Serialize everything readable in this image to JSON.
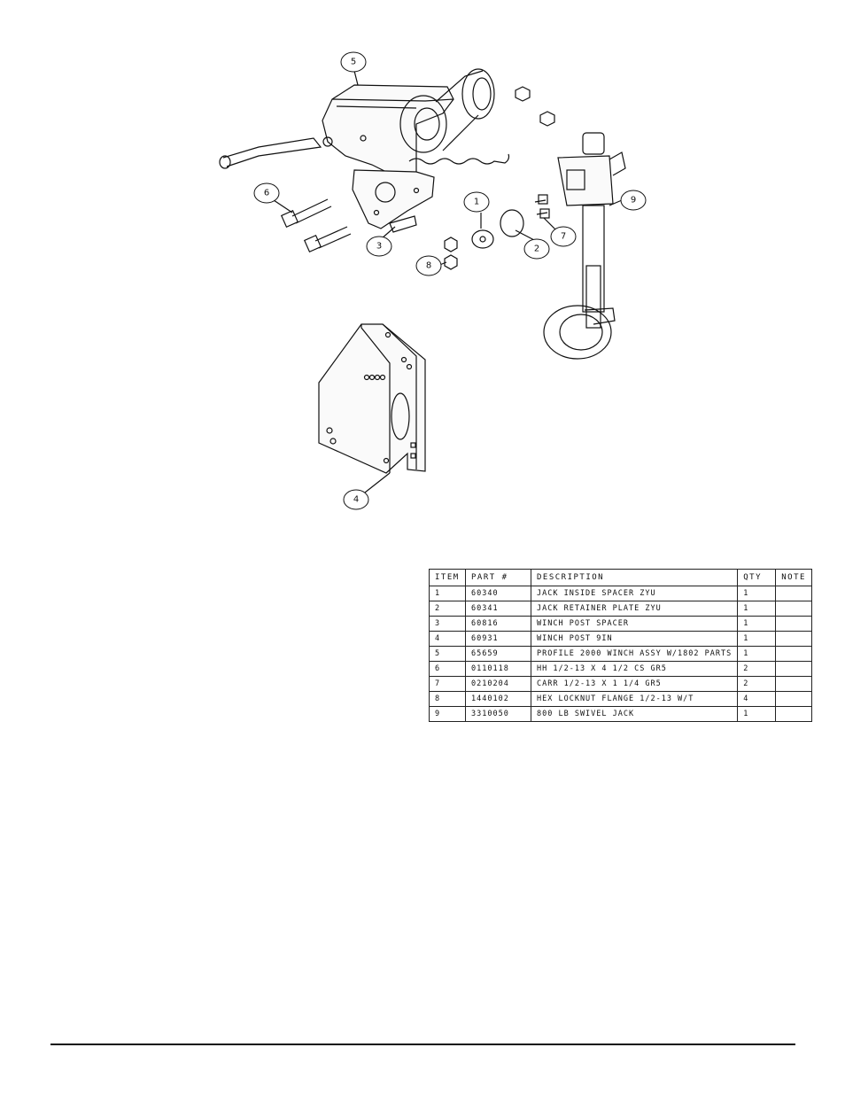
{
  "callouts": [
    "1",
    "2",
    "3",
    "4",
    "5",
    "6",
    "7",
    "8",
    "9"
  ],
  "table": {
    "headers": [
      "ITEM",
      "PART #",
      "DESCRIPTION",
      "QTY",
      "NOTE"
    ],
    "rows": [
      {
        "item": "1",
        "part": "60340",
        "desc": "JACK INSIDE SPACER ZYU",
        "qty": "1",
        "note": ""
      },
      {
        "item": "2",
        "part": "60341",
        "desc": "JACK RETAINER PLATE ZYU",
        "qty": "1",
        "note": ""
      },
      {
        "item": "3",
        "part": "60816",
        "desc": "WINCH POST SPACER",
        "qty": "1",
        "note": ""
      },
      {
        "item": "4",
        "part": "60931",
        "desc": "WINCH POST 9IN",
        "qty": "1",
        "note": ""
      },
      {
        "item": "5",
        "part": "65659",
        "desc": "PROFILE 2000 WINCH ASSY W/1802 PARTS",
        "qty": "1",
        "note": ""
      },
      {
        "item": "6",
        "part": "0110118",
        "desc": "HH 1/2-13 X 4 1/2 CS GR5",
        "qty": "2",
        "note": ""
      },
      {
        "item": "7",
        "part": "0210204",
        "desc": "CARR 1/2-13 X 1 1/4 GR5",
        "qty": "2",
        "note": ""
      },
      {
        "item": "8",
        "part": "1440102",
        "desc": "HEX LOCKNUT FLANGE 1/2-13 W/T",
        "qty": "4",
        "note": ""
      },
      {
        "item": "9",
        "part": "3310050",
        "desc": "800 LB SWIVEL JACK",
        "qty": "1",
        "note": ""
      }
    ]
  }
}
